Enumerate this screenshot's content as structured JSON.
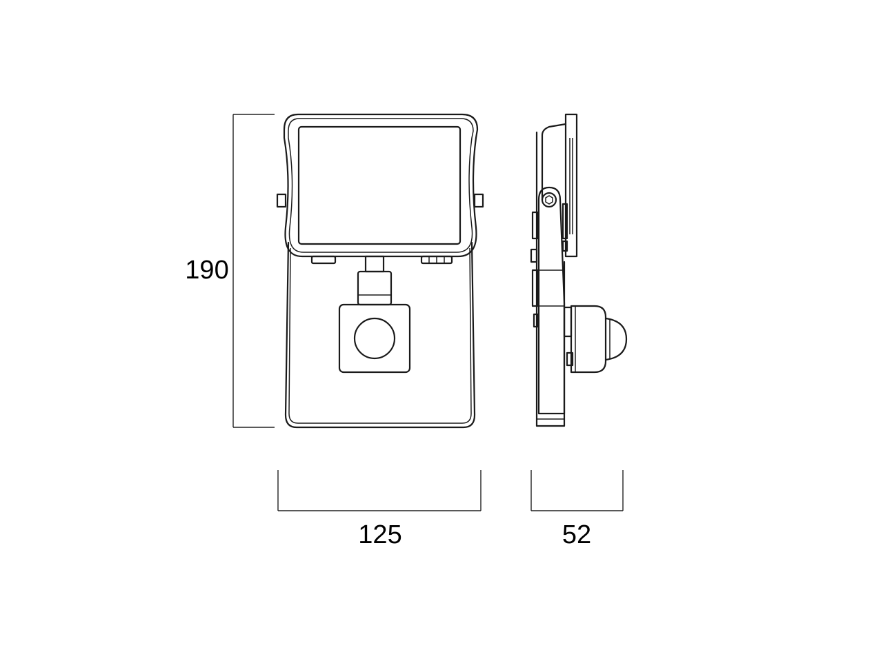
{
  "dimensions": {
    "height": "190",
    "width": "125",
    "depth": "52"
  },
  "colors": {
    "line": "#1a1a1a",
    "background": "#ffffff"
  }
}
